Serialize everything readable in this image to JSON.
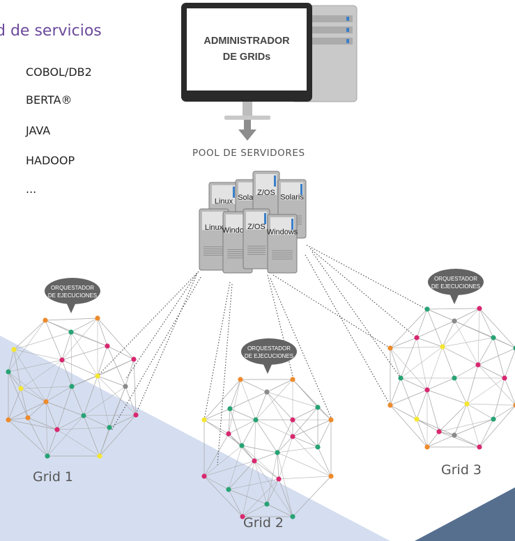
{
  "services": {
    "title": "d de servicios",
    "items": [
      "COBOL/DB2",
      "BERTA®",
      "JAVA",
      "HADOOP",
      "..."
    ]
  },
  "admin": {
    "label_line1": "ADMINISTRADOR",
    "label_line2": "DE GRIDs"
  },
  "pool": {
    "title": "POOL DE SERVIDORES",
    "servers": [
      "Linux",
      "Solaris",
      "Z/OS",
      "Solaris",
      "Linux",
      "Windows",
      "Z/OS",
      "Windows"
    ]
  },
  "grids": [
    {
      "label": "Grid 1",
      "orchestrator_line1": "ORQUESTADOR",
      "orchestrator_line2": "DE EJECUCIONES"
    },
    {
      "label": "Grid 2",
      "orchestrator_line1": "ORQUESTADOR",
      "orchestrator_line2": "DE EJECUCIONES"
    },
    {
      "label": "Grid 3",
      "orchestrator_line1": "ORQUESTADOR",
      "orchestrator_line2": "DE EJECUCIONES"
    }
  ],
  "colors": {
    "accent_purple": "#6b4a9c",
    "bg_light": "#d5def0",
    "bg_dark": "#566f8f",
    "node_orange": "#ee8a2c",
    "node_green": "#27a374",
    "node_magenta": "#d8286f",
    "node_yellow": "#f4e631",
    "node_gray": "#8a8a8a"
  }
}
